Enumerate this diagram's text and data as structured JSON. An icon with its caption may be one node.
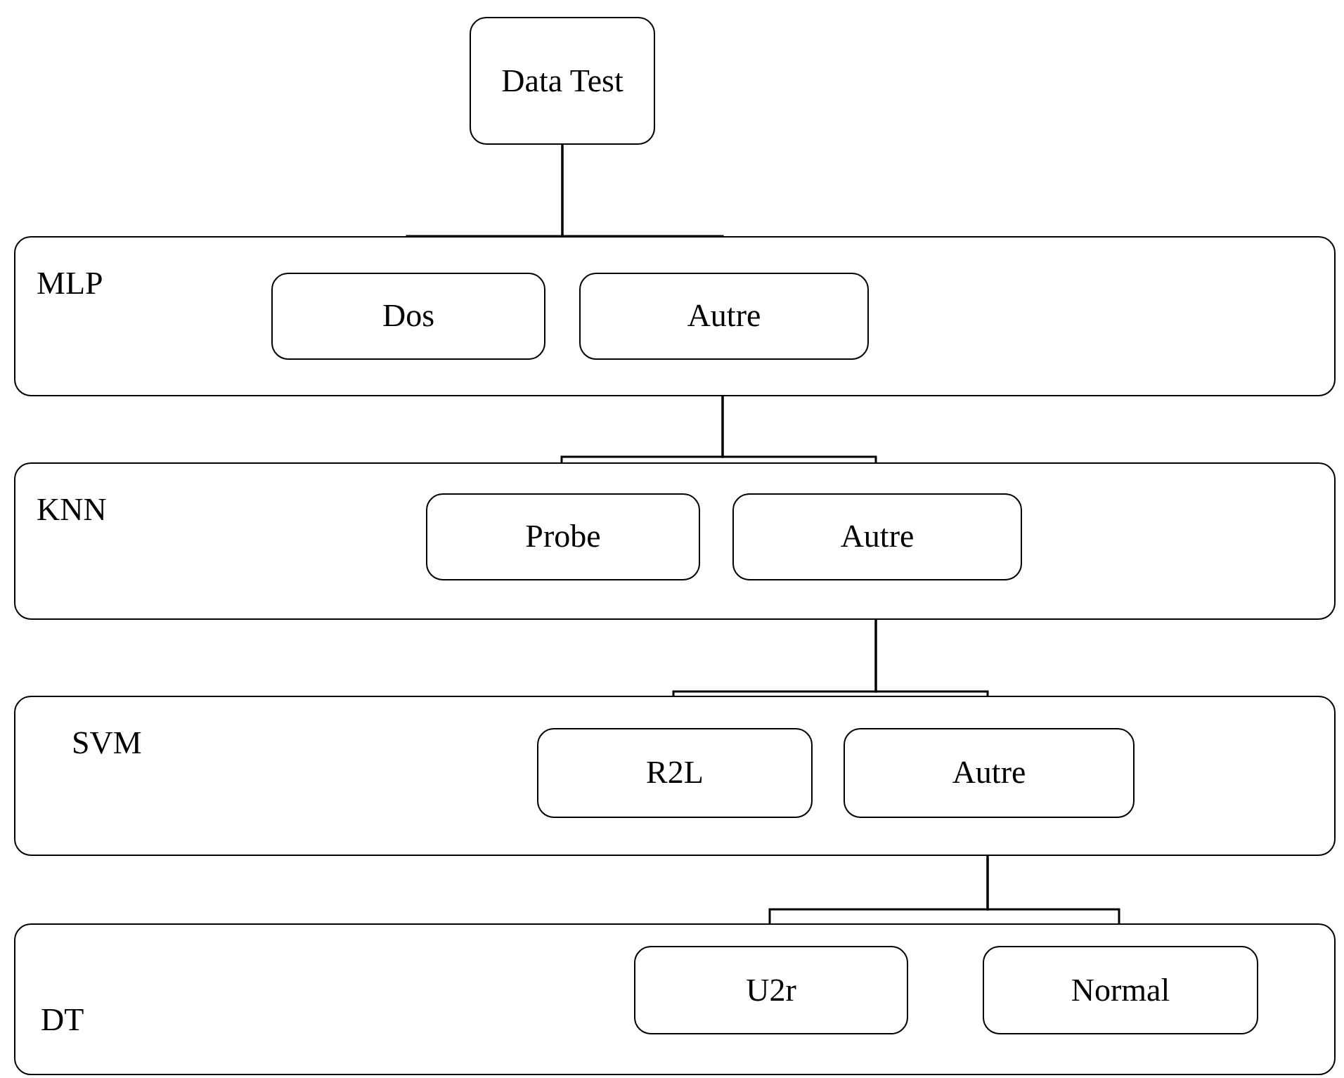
{
  "diagram": {
    "nodes": [
      {
        "text": [
          "Data Test"
        ]
      },
      {
        "text": [
          "MLP"
        ]
      },
      {
        "text": [
          "Dos"
        ],
        "in": 1
      },
      {
        "text": [
          "Autre"
        ],
        "in": 1
      },
      {
        "text": [
          "KNN"
        ]
      },
      {
        "text": [
          "Probe"
        ],
        "in": 4
      },
      {
        "text": [
          "Autre"
        ],
        "in": 4
      },
      {
        "text": [
          "SVM"
        ]
      },
      {
        "text": [
          "R2L"
        ],
        "in": 7
      },
      {
        "text": [
          "Autre"
        ],
        "in": 7
      },
      {
        "text": [
          "DT"
        ]
      },
      {
        "text": [
          "U2r"
        ],
        "in": 10
      },
      {
        "text": [
          "Normal"
        ],
        "in": 10
      }
    ],
    "edges": [
      {
        "from": 0,
        "to": 2,
        "arrow": "none"
      },
      {
        "from": 0,
        "to": 3,
        "arrow": "none"
      },
      {
        "from": 3,
        "to": 5,
        "arrow": "none"
      },
      {
        "from": 3,
        "to": 6,
        "arrow": "none"
      },
      {
        "from": 6,
        "to": 8,
        "arrow": "none"
      },
      {
        "from": 6,
        "to": 9,
        "arrow": "none"
      },
      {
        "from": 9,
        "to": 11,
        "arrow": "none"
      },
      {
        "from": 9,
        "to": 12,
        "arrow": "none"
      }
    ]
  }
}
